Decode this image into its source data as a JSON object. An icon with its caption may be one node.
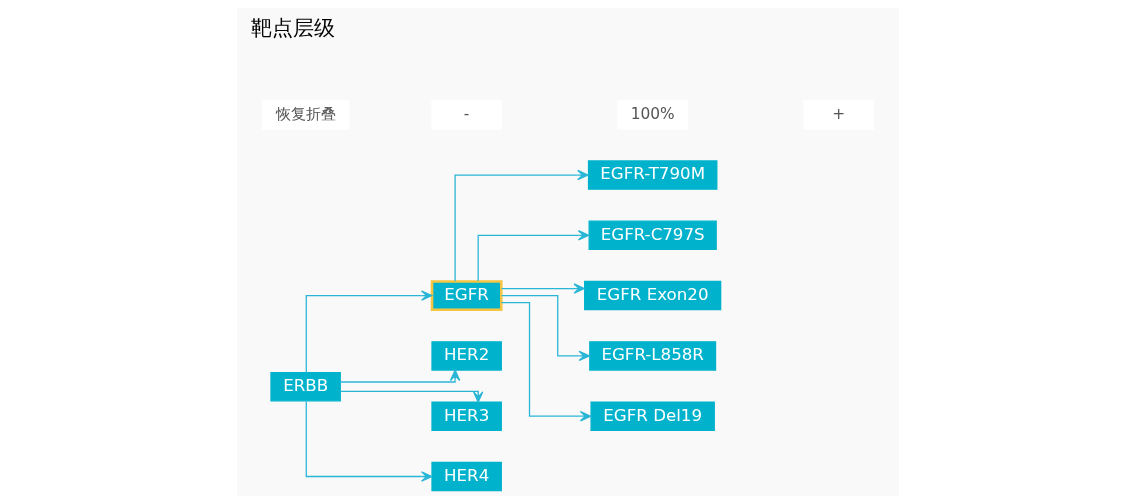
{
  "diagram": {
    "title": "靶点层级",
    "nodes": [
      {
        "text": [
          "ERBB"
        ]
      },
      {
        "text": [
          "EGFR"
        ]
      },
      {
        "text": [
          "HER2"
        ]
      },
      {
        "text": [
          "HER3"
        ]
      },
      {
        "text": [
          "HER4"
        ]
      },
      {
        "text": [
          "EGFR-T790M"
        ]
      },
      {
        "text": [
          "EGFR-C797S"
        ]
      },
      {
        "text": [
          "EGFR Exon20"
        ]
      },
      {
        "text": [
          "EGFR-L858R"
        ]
      },
      {
        "text": [
          "EGFR Del19"
        ]
      }
    ],
    "edges": [
      {
        "from": 0,
        "to": 1,
        "arrow": "to"
      },
      {
        "from": 0,
        "to": 2,
        "arrow": "to"
      },
      {
        "from": 0,
        "to": 3,
        "arrow": "to"
      },
      {
        "from": 0,
        "to": 4,
        "arrow": "to"
      },
      {
        "from": 1,
        "to": 5,
        "arrow": "to"
      },
      {
        "from": 1,
        "to": 6,
        "arrow": "to"
      },
      {
        "from": 1,
        "to": 7,
        "arrow": "to"
      },
      {
        "from": 1,
        "to": 8,
        "arrow": "to"
      },
      {
        "from": 1,
        "to": 9,
        "arrow": "to"
      }
    ],
    "labels": [
      "恢复折叠",
      "-",
      "100%",
      "+"
    ]
  }
}
